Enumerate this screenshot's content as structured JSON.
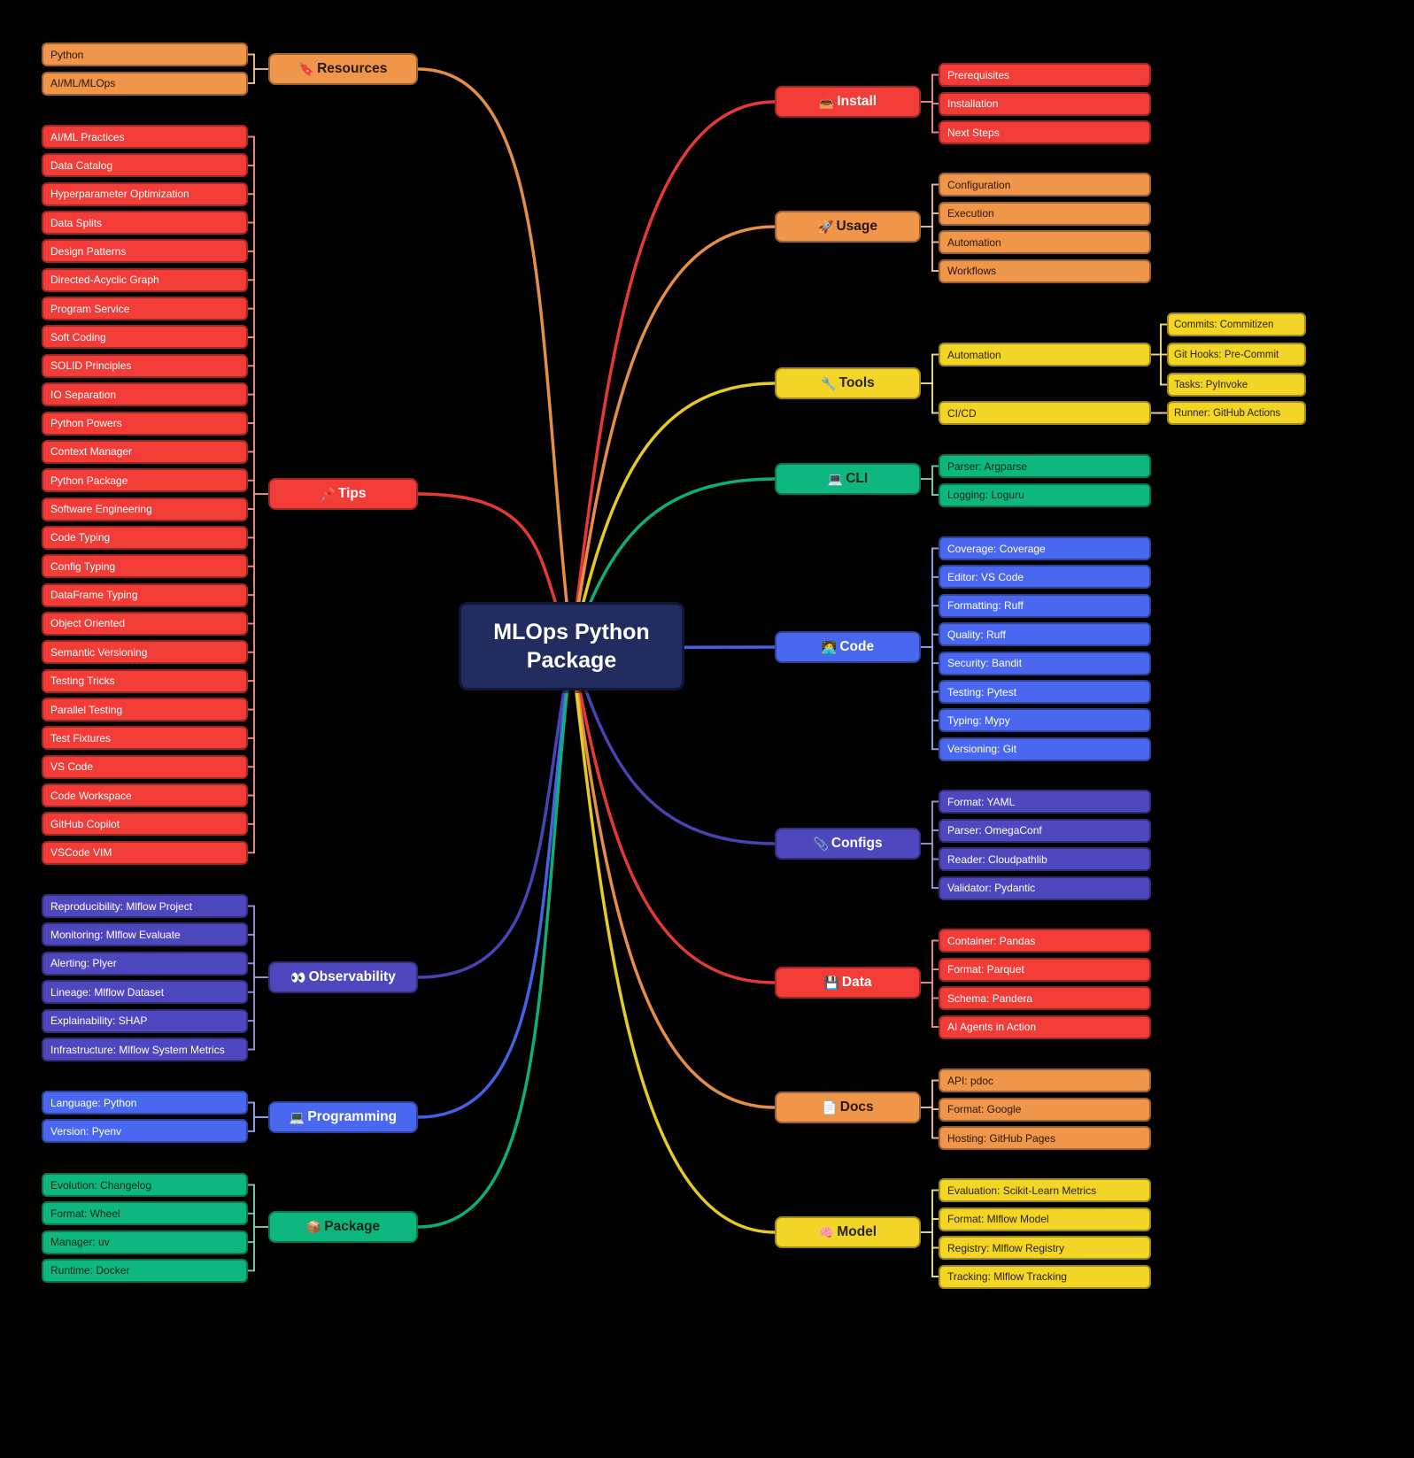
{
  "title": "MLOps Python Package",
  "palette": {
    "red": "#f23c38",
    "orange": "#f0964a",
    "yellow": "#f2d527",
    "green": "#0fb780",
    "blue": "#4a67f0",
    "indigo": "#4e47bd",
    "center_bg": "#232c5f"
  },
  "branches": [
    {
      "id": "resources",
      "label": "Resources",
      "icon": "🔖",
      "icon_name": "bookmark-icon",
      "color": "orange",
      "children": [
        {
          "label": "Python"
        },
        {
          "label": "AI/ML/MLOps"
        }
      ]
    },
    {
      "id": "tips",
      "label": "Tips",
      "icon": "📌",
      "icon_name": "pushpin-icon",
      "color": "red",
      "children": [
        {
          "label": "AI/ML Practices"
        },
        {
          "label": "Data Catalog"
        },
        {
          "label": "Hyperparameter Optimization"
        },
        {
          "label": "Data Splits"
        },
        {
          "label": "Design Patterns"
        },
        {
          "label": "Directed-Acyclic Graph"
        },
        {
          "label": "Program Service"
        },
        {
          "label": "Soft Coding"
        },
        {
          "label": "SOLID Principles"
        },
        {
          "label": "IO Separation"
        },
        {
          "label": "Python Powers"
        },
        {
          "label": "Context Manager"
        },
        {
          "label": "Python Package"
        },
        {
          "label": "Software Engineering"
        },
        {
          "label": "Code Typing"
        },
        {
          "label": "Config Typing"
        },
        {
          "label": "DataFrame Typing"
        },
        {
          "label": "Object Oriented"
        },
        {
          "label": "Semantic Versioning"
        },
        {
          "label": "Testing Tricks"
        },
        {
          "label": "Parallel Testing"
        },
        {
          "label": "Test Fixtures"
        },
        {
          "label": "VS Code"
        },
        {
          "label": "Code Workspace"
        },
        {
          "label": "GitHub Copilot"
        },
        {
          "label": "VSCode VIM"
        }
      ]
    },
    {
      "id": "observability",
      "label": "Observability",
      "icon": "👀",
      "icon_name": "eyes-icon",
      "color": "indigo",
      "children": [
        {
          "label": "Reproducibility: Mlflow Project"
        },
        {
          "label": "Monitoring: Mlflow Evaluate"
        },
        {
          "label": "Alerting: Plyer"
        },
        {
          "label": "Lineage: Mlflow Dataset"
        },
        {
          "label": "Explainability: SHAP"
        },
        {
          "label": "Infrastructure: Mlflow System Metrics"
        }
      ]
    },
    {
      "id": "programming",
      "label": "Programming",
      "icon": "💻",
      "icon_name": "laptop-icon",
      "color": "blue",
      "children": [
        {
          "label": "Language: Python"
        },
        {
          "label": "Version: Pyenv"
        }
      ]
    },
    {
      "id": "package",
      "label": "Package",
      "icon": "📦",
      "icon_name": "package-icon",
      "color": "green",
      "children": [
        {
          "label": "Evolution: Changelog"
        },
        {
          "label": "Format: Wheel"
        },
        {
          "label": "Manager: uv"
        },
        {
          "label": "Runtime: Docker"
        }
      ]
    },
    {
      "id": "install",
      "label": "Install",
      "icon": "📥",
      "icon_name": "inbox-tray-icon",
      "color": "red",
      "children": [
        {
          "label": "Prerequisites"
        },
        {
          "label": "Installation"
        },
        {
          "label": "Next Steps"
        }
      ]
    },
    {
      "id": "usage",
      "label": "Usage",
      "icon": "🚀",
      "icon_name": "rocket-icon",
      "color": "orange",
      "children": [
        {
          "label": "Configuration"
        },
        {
          "label": "Execution"
        },
        {
          "label": "Automation"
        },
        {
          "label": "Workflows"
        }
      ]
    },
    {
      "id": "tools",
      "label": "Tools",
      "icon": "🔧",
      "icon_name": "wrench-icon",
      "color": "yellow",
      "children": [
        {
          "label": "Automation",
          "children": [
            {
              "label": "Commits: Commitizen"
            },
            {
              "label": "Git Hooks: Pre-Commit"
            },
            {
              "label": "Tasks: PyInvoke"
            }
          ]
        },
        {
          "label": "CI/CD",
          "children": [
            {
              "label": "Runner: GitHub Actions"
            }
          ]
        }
      ]
    },
    {
      "id": "cli",
      "label": "CLI",
      "icon": "💻",
      "icon_name": "laptop-icon",
      "color": "green",
      "children": [
        {
          "label": "Parser: Argparse"
        },
        {
          "label": "Logging: Loguru"
        }
      ]
    },
    {
      "id": "code",
      "label": "Code",
      "icon": "🧑‍💻",
      "icon_name": "technologist-icon",
      "color": "blue",
      "children": [
        {
          "label": "Coverage: Coverage"
        },
        {
          "label": "Editor: VS Code"
        },
        {
          "label": "Formatting: Ruff"
        },
        {
          "label": "Quality: Ruff"
        },
        {
          "label": "Security: Bandit"
        },
        {
          "label": "Testing: Pytest"
        },
        {
          "label": "Typing: Mypy"
        },
        {
          "label": "Versioning: Git"
        }
      ]
    },
    {
      "id": "configs",
      "label": "Configs",
      "icon": "📎",
      "icon_name": "paperclip-icon",
      "color": "indigo",
      "children": [
        {
          "label": "Format: YAML"
        },
        {
          "label": "Parser: OmegaConf"
        },
        {
          "label": "Reader: Cloudpathlib"
        },
        {
          "label": "Validator: Pydantic"
        }
      ]
    },
    {
      "id": "data",
      "label": "Data",
      "icon": "💾",
      "icon_name": "floppy-disk-icon",
      "color": "red",
      "children": [
        {
          "label": "Container: Pandas"
        },
        {
          "label": "Format: Parquet"
        },
        {
          "label": "Schema: Pandera"
        },
        {
          "label": "AI Agents in Action"
        }
      ]
    },
    {
      "id": "docs",
      "label": "Docs",
      "icon": "📄",
      "icon_name": "page-icon",
      "color": "orange",
      "children": [
        {
          "label": "API: pdoc"
        },
        {
          "label": "Format: Google"
        },
        {
          "label": "Hosting: GitHub Pages"
        }
      ]
    },
    {
      "id": "model",
      "label": "Model",
      "icon": "🧠",
      "icon_name": "brain-icon",
      "color": "yellow",
      "children": [
        {
          "label": "Evaluation: Scikit-Learn Metrics"
        },
        {
          "label": "Format: Mlflow Model"
        },
        {
          "label": "Registry: Mlflow Registry"
        },
        {
          "label": "Tracking: Mlflow Tracking"
        }
      ]
    }
  ]
}
